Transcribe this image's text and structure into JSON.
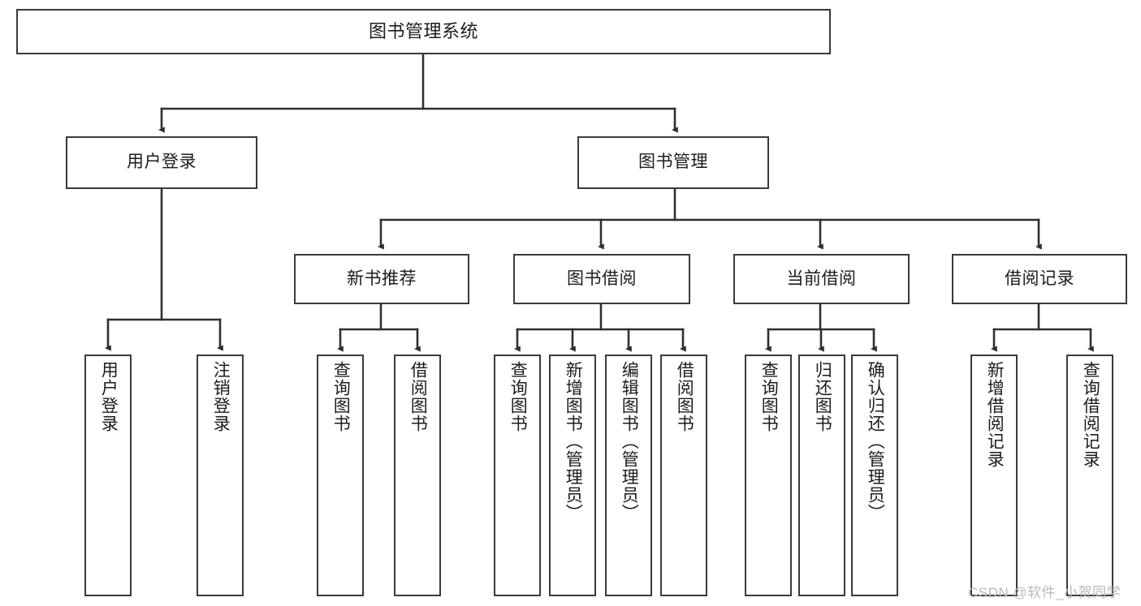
{
  "diagram": {
    "title": "图书管理系统",
    "type": "tree-hierarchy-functional-structure",
    "colors": {
      "stroke": "#3a3a3a",
      "fill": "#ffffff",
      "text": "#1c1c1c",
      "watermark": "#b9b9b9"
    },
    "nodes": {
      "root": {
        "label": "图书管理系统"
      },
      "level2": [
        {
          "id": "user-login",
          "label": "用户登录"
        },
        {
          "id": "book-manage",
          "label": "图书管理"
        }
      ],
      "level3": [
        {
          "id": "new-book-recommend",
          "label": "新书推荐"
        },
        {
          "id": "book-borrow",
          "label": "图书借阅"
        },
        {
          "id": "current-borrow",
          "label": "当前借阅"
        },
        {
          "id": "borrow-record",
          "label": "借阅记录"
        }
      ],
      "leaves": {
        "user_login": [
          {
            "id": "leaf-user-login",
            "label": "用户登录"
          },
          {
            "id": "leaf-logout-login",
            "label": "注销登录"
          }
        ],
        "new_book_recommend": [
          {
            "id": "leaf-query-book-1",
            "label": "查询图书"
          },
          {
            "id": "leaf-borrow-book-1",
            "label": "借阅图书"
          }
        ],
        "book_borrow": [
          {
            "id": "leaf-query-book-2",
            "label": "查询图书"
          },
          {
            "id": "leaf-add-book-admin",
            "label": "新增图书（管理员）"
          },
          {
            "id": "leaf-edit-book-admin",
            "label": "编辑图书（管理员）"
          },
          {
            "id": "leaf-borrow-book-2",
            "label": "借阅图书"
          }
        ],
        "current_borrow": [
          {
            "id": "leaf-query-book-3",
            "label": "查询图书"
          },
          {
            "id": "leaf-return-book",
            "label": "归还图书"
          },
          {
            "id": "leaf-confirm-return-admin",
            "label": "确认归还（管理员）"
          }
        ],
        "borrow_record": [
          {
            "id": "leaf-add-borrow-record",
            "label": "新增借阅记录"
          },
          {
            "id": "leaf-query-borrow-record",
            "label": "查询借阅记录"
          }
        ]
      }
    },
    "watermark": "CSDN @软件_小贺同学"
  }
}
